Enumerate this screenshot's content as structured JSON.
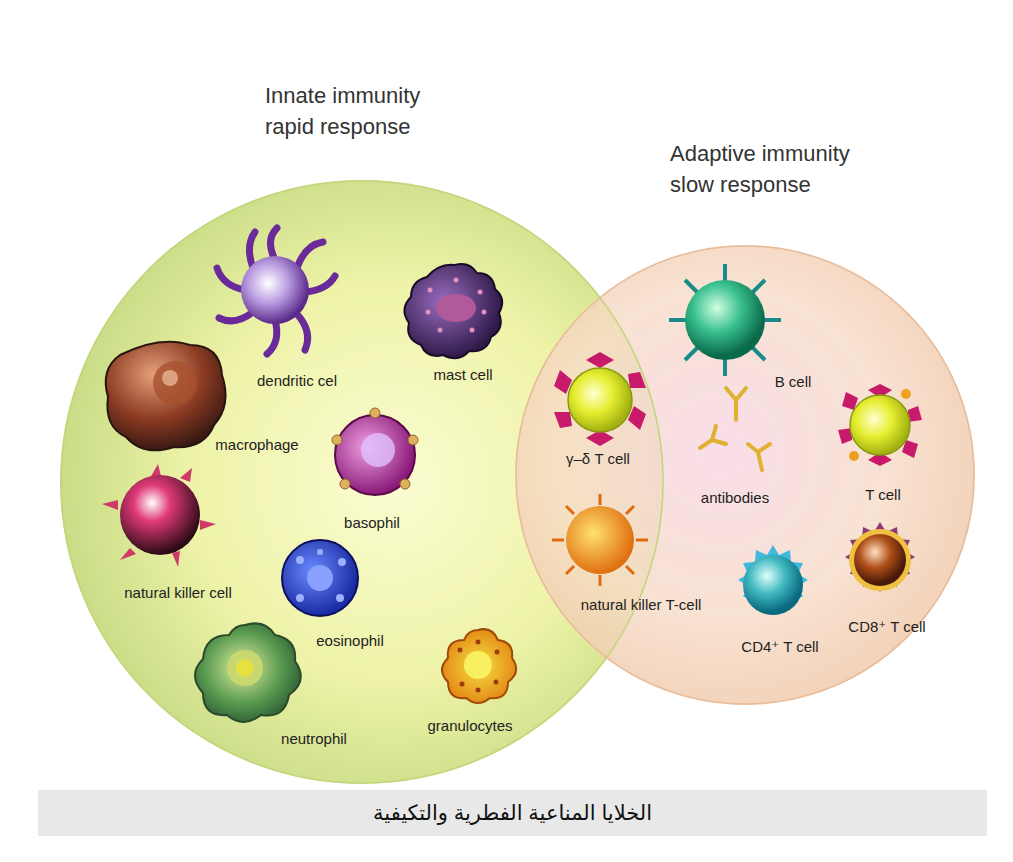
{
  "diagram": {
    "caption": "الخلايا المناعية الفطرية والتكيفية",
    "nodes": [
      {
        "text": [
          "Innate immunity rapid response"
        ]
      },
      {
        "text": [
          "Adaptive immunity slow response"
        ]
      }
    ],
    "labels": [
      "dendritic cel",
      "mast cell",
      "macrophage",
      "basophil",
      "natural killer cell",
      "eosinophil",
      "neutrophil",
      "granulocytes",
      "γ–δ T cell",
      "natural killer T-cell",
      "B cell",
      "antibodies",
      "T cell",
      "CD4⁺ T cell",
      "CD8⁺ T cell"
    ]
  }
}
